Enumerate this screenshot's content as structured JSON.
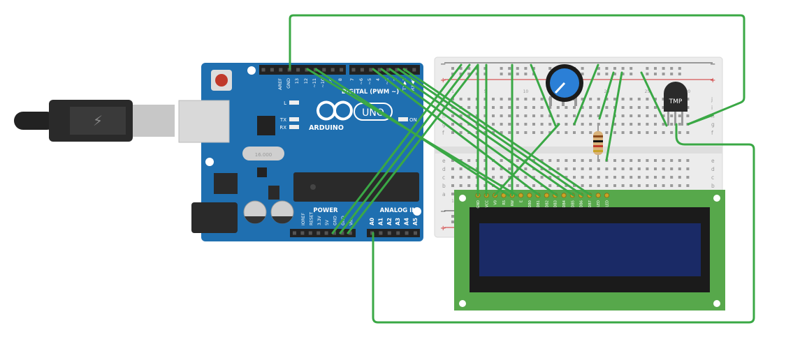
{
  "arduino": {
    "top_pin_labels": [
      "AREF",
      "GND",
      "13",
      "12",
      "~11",
      "~10",
      "~9",
      "8",
      "7",
      "~6",
      "~5",
      "4",
      "~3",
      "2",
      "TX▶1",
      "RX◀0"
    ],
    "digital_label": "DIGITAL (PWM ~)",
    "led_labels": [
      "L",
      "TX",
      "RX"
    ],
    "logo_text": "ARDUINO",
    "uno_text": "UNO",
    "on_label": "ON",
    "crystal_text": "16.000",
    "power_label": "POWER",
    "analog_label": "ANALOG IN",
    "power_pins": [
      "IOREF",
      "RESET",
      "3.3V",
      "5V",
      "GND",
      "GND",
      "Vin"
    ],
    "analog_pins": [
      "A0",
      "A1",
      "A2",
      "A3",
      "A4",
      "A5"
    ]
  },
  "breadboard": {
    "rail_minus": "−",
    "rail_plus": "+",
    "row_letters_top": [
      "j",
      "i",
      "h",
      "g",
      "f"
    ],
    "row_letters_bottom": [
      "e",
      "d",
      "c",
      "b",
      "a"
    ],
    "column_numbers": [
      "1",
      "5",
      "10",
      "15",
      "20",
      "25",
      "30"
    ]
  },
  "lcd": {
    "pin_labels": [
      "GND",
      "VCC",
      "V0",
      "RS",
      "RW",
      "E",
      "DB0",
      "DB1",
      "DB2",
      "DB3",
      "DB4",
      "DB5",
      "DB6",
      "DB7",
      "LED",
      "LED"
    ]
  },
  "sensor": {
    "label": "TMP"
  },
  "colors": {
    "wire": "#3aa845",
    "arduino_board": "#1f6fb0",
    "breadboard": "#ececec",
    "lcd_pcb": "#57a84b",
    "lcd_screen": "#1a2a66",
    "potentiometer": "#2b7fd6",
    "rail_red": "#d03232"
  }
}
